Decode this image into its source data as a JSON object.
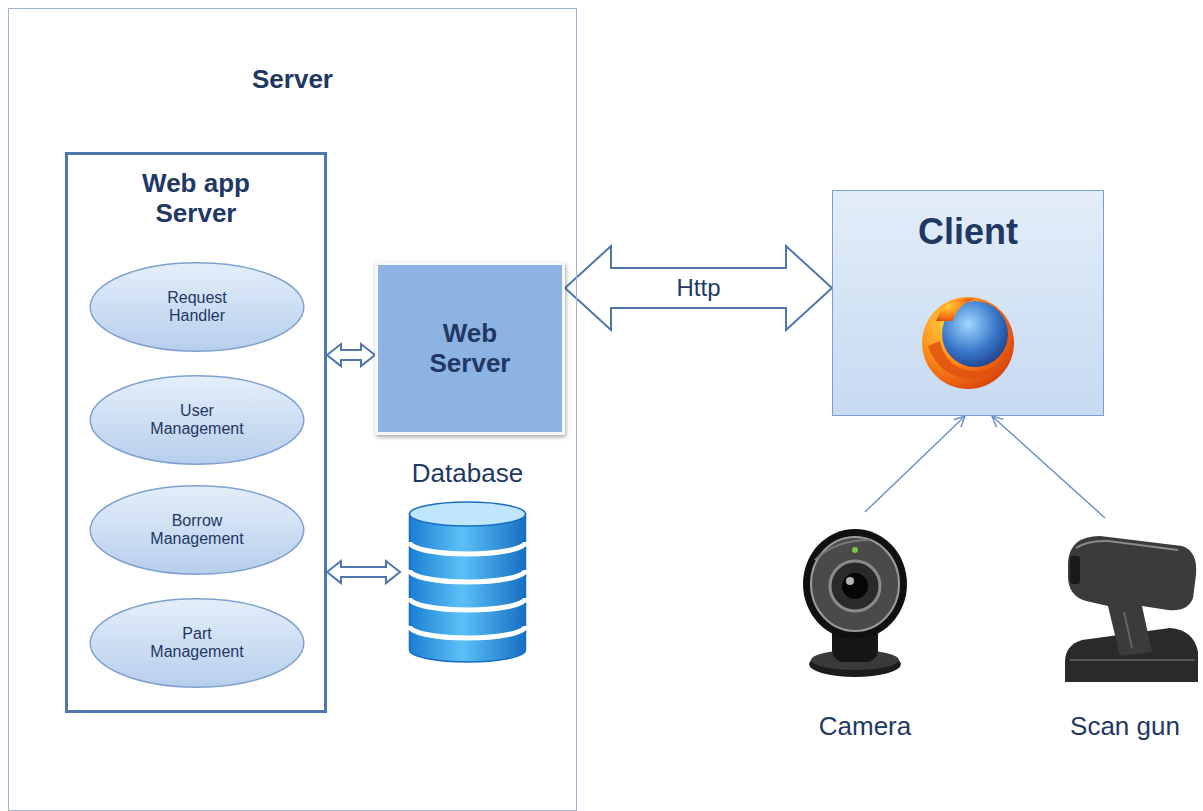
{
  "diagram": {
    "nodes": [
      {
        "text": [
          "Server"
        ]
      },
      {
        "text": [
          "Web app Server"
        ],
        "in": 0
      },
      {
        "text": [
          "Request Handler"
        ],
        "in": 1
      },
      {
        "text": [
          "User Management"
        ],
        "in": 1
      },
      {
        "text": [
          "Borrow Management"
        ],
        "in": 1
      },
      {
        "text": [
          "Part Management"
        ],
        "in": 1
      },
      {
        "text": [
          "Web Server"
        ],
        "in": 0
      },
      {
        "text": [
          "Database"
        ],
        "in": 0
      },
      {
        "text": [
          "Client"
        ]
      },
      {
        "text": [
          "Camera"
        ]
      },
      {
        "text": [
          "Scan gun"
        ]
      }
    ],
    "edges": [
      {
        "from": 1,
        "to": 6,
        "arrow": "both"
      },
      {
        "from": 1,
        "to": 7,
        "arrow": "both"
      },
      {
        "from": 6,
        "to": 8,
        "arrow": "both",
        "label": "Http"
      },
      {
        "from": 9,
        "to": 8,
        "arrow": "to"
      },
      {
        "from": 10,
        "to": 8,
        "arrow": "to"
      }
    ]
  }
}
